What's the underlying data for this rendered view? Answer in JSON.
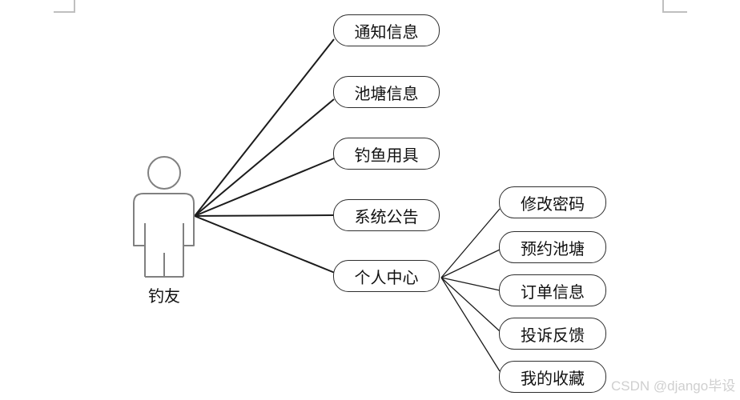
{
  "diagram": {
    "actor": {
      "label": "钓友"
    },
    "left_usecases": [
      {
        "label": "通知信息"
      },
      {
        "label": "池塘信息"
      },
      {
        "label": "钓鱼用具"
      },
      {
        "label": "系统公告"
      },
      {
        "label": "个人中心"
      }
    ],
    "right_usecases": [
      {
        "label": "修改密码"
      },
      {
        "label": "预约池塘"
      },
      {
        "label": "订单信息"
      },
      {
        "label": "投诉反馈"
      },
      {
        "label": "我的收藏"
      }
    ]
  },
  "watermark": {
    "text": "CSDN @django毕设"
  },
  "colors": {
    "line": "#1c1c1c",
    "bubble_border": "#2e2e2e",
    "actor_outline": "#808080",
    "corner_mark": "#bfbfbf",
    "watermark": "#cfcfcf"
  }
}
